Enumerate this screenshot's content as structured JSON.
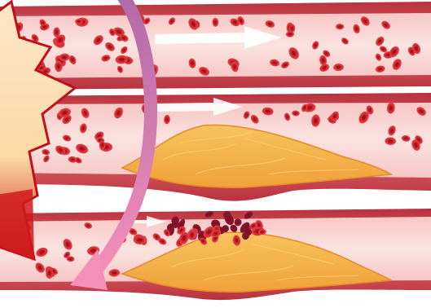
{
  "diagram": {
    "panels": [
      {
        "id": "healthy-artery",
        "plaque": false,
        "clot": false
      },
      {
        "id": "narrowed-artery",
        "plaque": true,
        "clot": false
      },
      {
        "id": "blocked-artery",
        "plaque": true,
        "clot": true
      }
    ],
    "colors": {
      "vessel_wall": "#d9535c",
      "vessel_wall_dark": "#b8323e",
      "vessel_lumen": "#f6c7c4",
      "vessel_lumen_light": "#fbe3e0",
      "blood_cell": "#d7262f",
      "blood_cell_dark": "#a9131c",
      "clot_cell": "#8e1631",
      "plaque": "#f0a03a",
      "plaque_light": "#f8c45c",
      "flow_arrow": "#ffffff",
      "progress_arrow_top": "#b06aa8",
      "progress_arrow_bottom": "#f48fb8",
      "warning_burst": "#fde7c6",
      "warning_burst_edge": "#c0101c",
      "warning_block": "#d01a1c"
    },
    "icons": [
      "warning-burst-icon",
      "progress-arrow-icon",
      "flow-arrow-icon"
    ]
  }
}
